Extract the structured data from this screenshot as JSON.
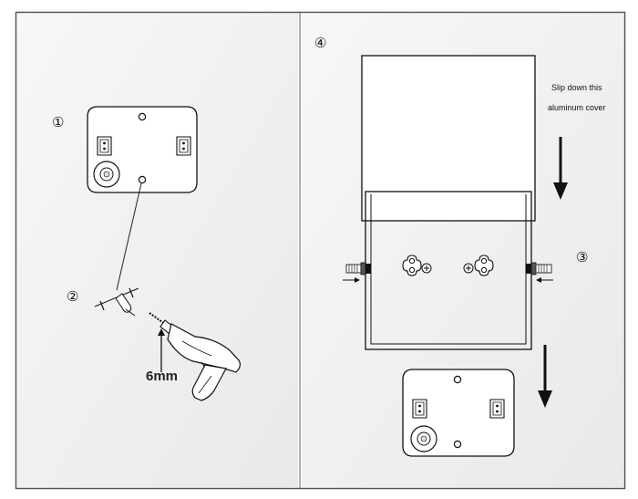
{
  "left_panel": {
    "step1_marker": "①",
    "step2_marker": "②",
    "drill_bit_size": "6mm"
  },
  "right_panel": {
    "step4_marker": "④",
    "step3_marker": "③",
    "instruction_line1": "Slip down this",
    "instruction_line2": "aluminum cover"
  },
  "colors": {
    "line": "#000000",
    "background": "#ffffff"
  }
}
